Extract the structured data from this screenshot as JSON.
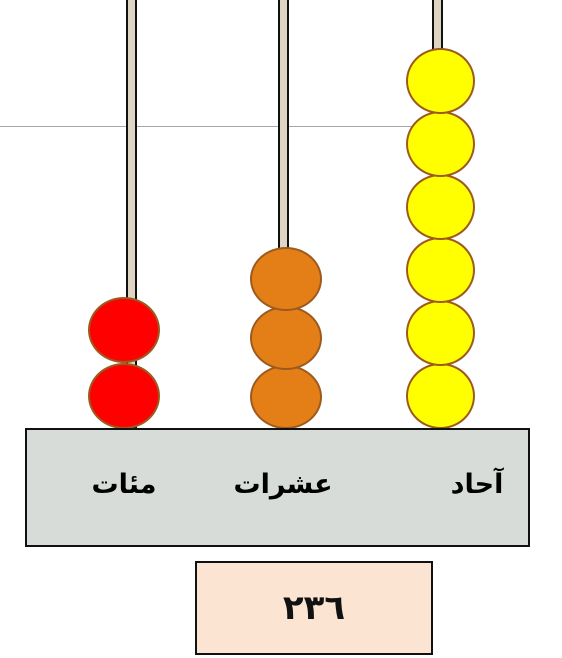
{
  "abacus": {
    "columns": [
      {
        "label": "مئات",
        "beads": 2,
        "bead_color": "#ff0000"
      },
      {
        "label": "عشرات",
        "beads": 3,
        "bead_color": "#e37f16"
      },
      {
        "label": "آحاد",
        "beads": 6,
        "bead_color": "#ffff00"
      }
    ],
    "number_display": "٢٣٦"
  }
}
